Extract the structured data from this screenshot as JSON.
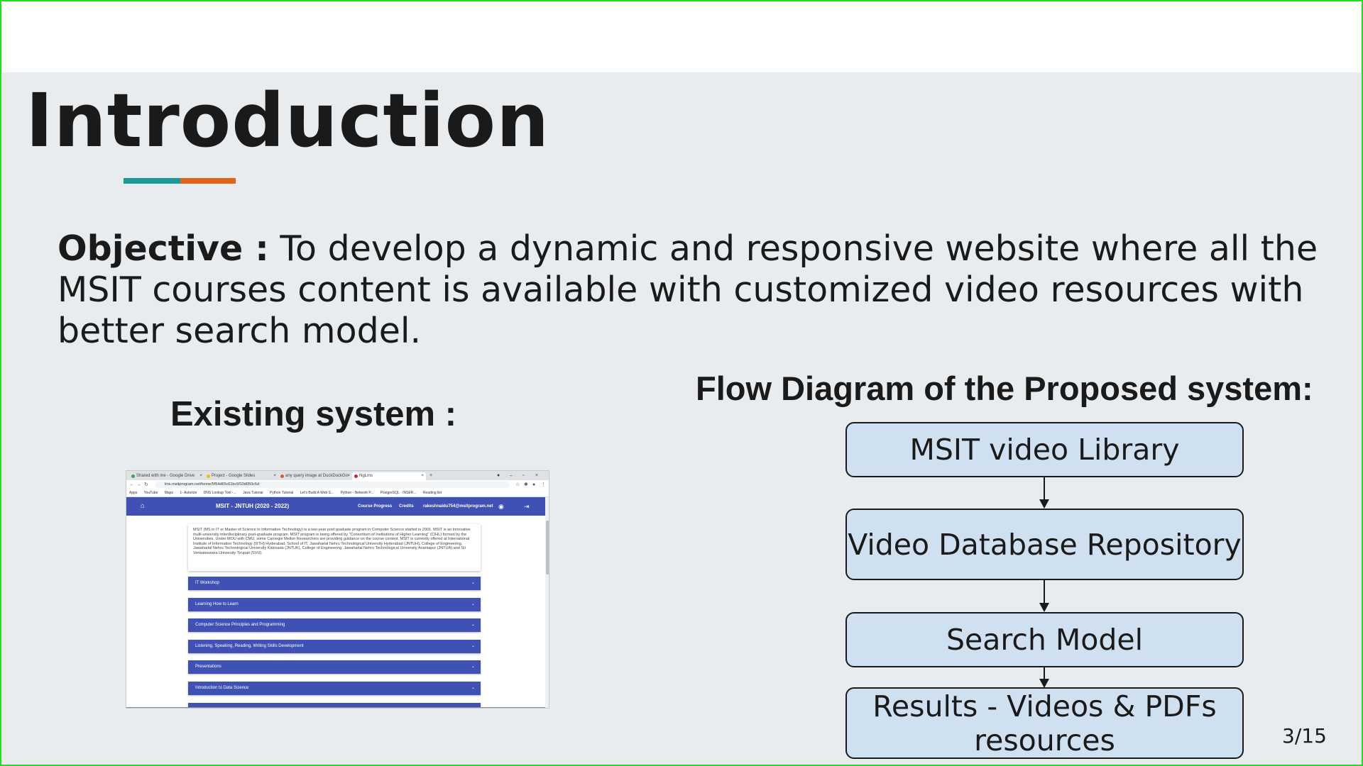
{
  "slide": {
    "title": "Introduction",
    "accent_colors": [
      "#1a9a9a",
      "#e06518"
    ],
    "objective_label": "Objective :",
    "objective_text": " To develop a dynamic and responsive website where all the MSIT courses content is available with customized video resources with better search model.",
    "existing_title": "Existing system :",
    "flow_title": "Flow Diagram of the Proposed system:",
    "flow_steps": [
      "MSIT video Library",
      "Video Database Repository",
      "Search Model",
      "Results - Videos & PDFs resources"
    ],
    "page_number": "3/15"
  },
  "screenshot": {
    "tabs": [
      {
        "label": "Shared with me - Google Drive",
        "color": "#34a853"
      },
      {
        "label": "Project - Google Slides",
        "color": "#fbbc04"
      },
      {
        "label": "any query image at DuckDuckGo",
        "color": "#de5833"
      },
      {
        "label": "NgLms",
        "color": "#dd2222"
      }
    ],
    "url": "lms.msitprogram.net/home/5f54d65c61bc5f10d050c5d",
    "bookmarks": [
      "Apps",
      "YouTube",
      "Maps",
      "1- Autorize",
      "DNS Lookup Tool -...",
      "Java Tutorial",
      "Python Tutorial",
      "Let's Build A Web S...",
      "Python - Network P...",
      "PostgreSQL - INSER...",
      "Reading list"
    ],
    "app_title": "MSIT - JNTUH (2020 - 2022)",
    "nav_links": [
      "Course Progress",
      "Credits",
      "rakeshnaidu754@msitprogram.net"
    ],
    "intro_text": "MSIT (MS in IT or Master of Science in Information Technology) is a two-year post graduate program in Computer Science started in 2001. MSIT is an innovative multi-university interdisciplinary post-graduate program. MSIT program is being offered by \"Consortium of Institutions of Higher Learning\" (CIHL) formed by the Universities. Under MOU with CMU, some Carnegie Mellon Researchers are providing guidance on the course content. MSIT is currently offered at International Institute of Information Technology (IIITH) Hyderabad, School of IT, Jawaharlal Nehru Technological University Hyderabad (JNTUH), College of Engineering, Jawaharlal Nehru Technological University Kakinada (JNTUK), College of Engineering, Jawaharlal Nehru Technological University Anantapur (JNTUA) and Sri Venkateswara University Tirupati (SVU).",
    "courses": [
      "IT Workshop",
      "Learning How to Learn",
      "Computer Science Principles and Programming",
      "Listening, Speaking, Reading, Writing Skills Development",
      "Presentations",
      "Introduction to Data Science"
    ]
  }
}
